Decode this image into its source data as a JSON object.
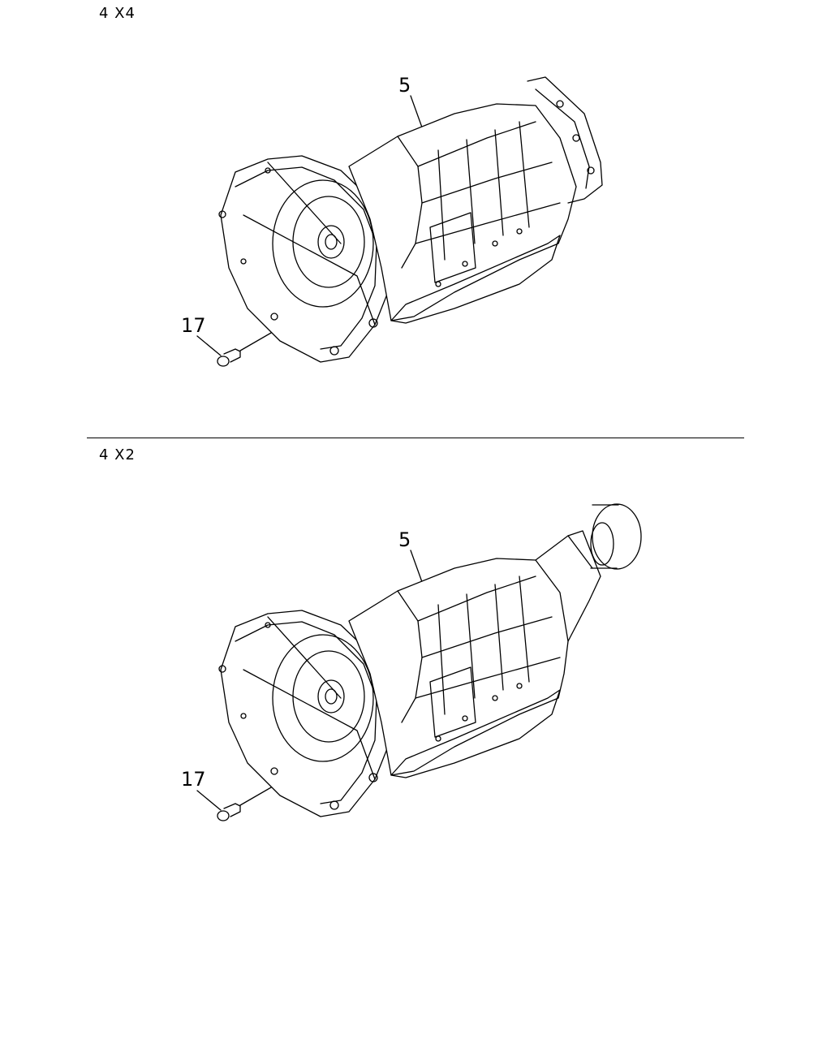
{
  "sections": [
    {
      "id": "4x4",
      "title": "4 X4",
      "callouts": {
        "transmission": "5",
        "bolt": "17"
      },
      "has_extension_housing": false
    },
    {
      "id": "4x2",
      "title": "4 X2",
      "callouts": {
        "transmission": "5",
        "bolt": "17"
      },
      "has_extension_housing": true
    }
  ]
}
